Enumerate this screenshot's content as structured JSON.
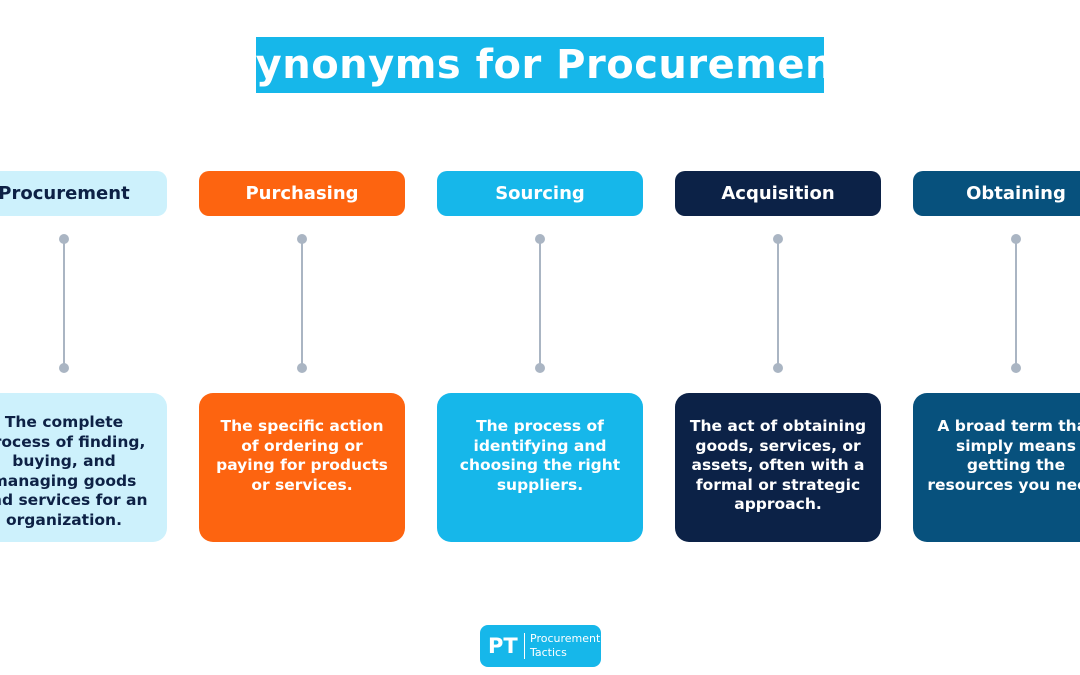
{
  "title": "Synonyms for Procurement",
  "colors": {
    "title_bg": "#16b7ea",
    "connector": "#aab5c3"
  },
  "columns": [
    {
      "name": "Procurement",
      "description": "The complete process of finding, buying, and managing goods and services for an organization.",
      "bg": "#cdf1fc",
      "text_color": "#0d2145"
    },
    {
      "name": "Purchasing",
      "description": "The specific action of ordering or paying for products or services.",
      "bg": "#fd6410",
      "text_color": "#ffffff"
    },
    {
      "name": "Sourcing",
      "description": "The process of identifying and choosing the right suppliers.",
      "bg": "#16b7ea",
      "text_color": "#ffffff"
    },
    {
      "name": "Acquisition",
      "description": "The act of obtaining goods, services, or assets, often with a formal or strategic approach.",
      "bg": "#0c2247",
      "text_color": "#ffffff"
    },
    {
      "name": "Obtaining",
      "description": "A broad term that simply means getting the resources you need.",
      "bg": "#07517d",
      "text_color": "#ffffff"
    }
  ],
  "logo": {
    "mark": "PT",
    "line1": "Procurement",
    "line2": "Tactics"
  }
}
